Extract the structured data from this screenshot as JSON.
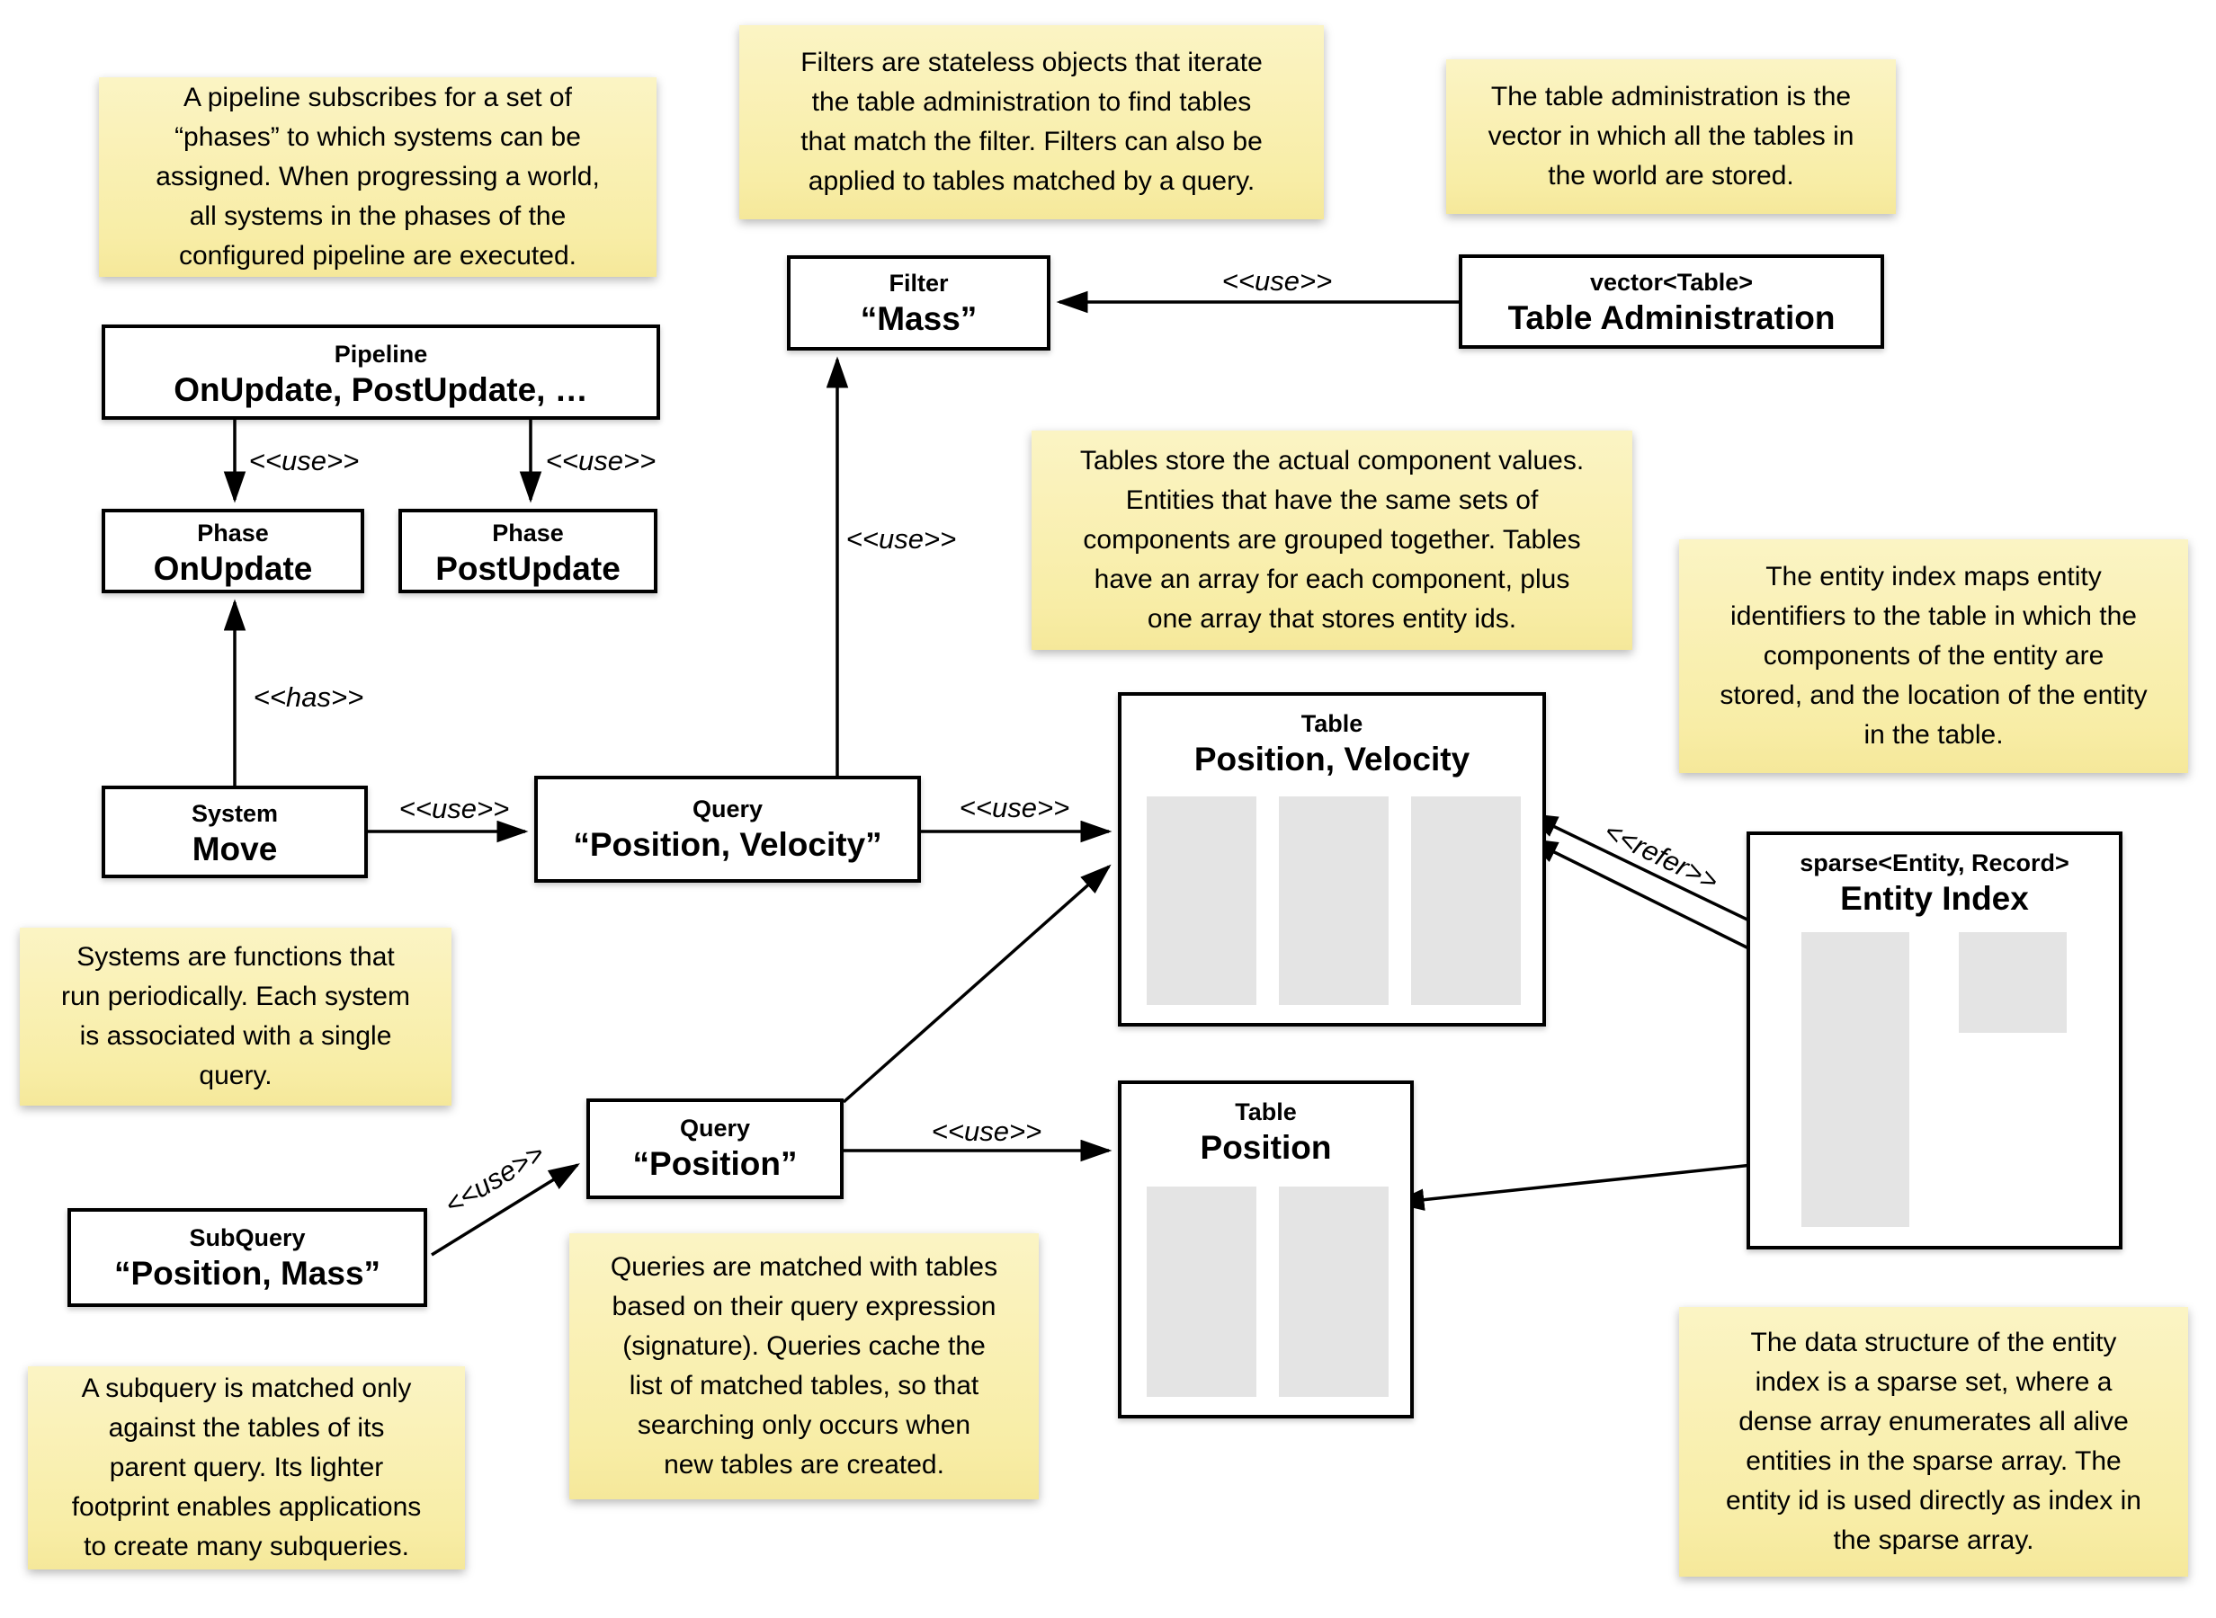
{
  "diagram": {
    "notes": {
      "pipeline": "A pipeline subscribes for a set of\n“phases” to which systems can be\nassigned. When progressing a world,\nall systems in the phases of the\nconfigured pipeline are executed.",
      "filters": "Filters are stateless objects that iterate\nthe table administration to find tables\nthat match the filter. Filters can also be\napplied to tables matched by a query.",
      "table_administration": "The table administration is the\nvector in which all the tables in\nthe world are stored.",
      "tables": "Tables store the actual component values.\nEntities that have the same sets of\ncomponents are grouped together. Tables\nhave an array for each component, plus\none array that stores entity ids.",
      "entity_index": "The entity index maps entity\nidentifiers to the table in which the\ncomponents of the entity are\nstored, and the location of the entity\nin the table.",
      "systems": "Systems are functions that\nrun periodically. Each system\nis associated with a single\nquery.",
      "queries": "Queries are matched with tables\nbased on their query expression\n(signature). Queries cache the\nlist of matched tables, so that\nsearching only occurs when\nnew tables are created.",
      "subquery": "A subquery is matched only\nagainst the tables of its\nparent query. Its lighter\nfootprint enables applications\nto create many subqueries.",
      "sparse_set": "The data structure of the entity\nindex is a sparse set, where a\ndense array enumerates all alive\nentities in the sparse array. The\nentity id is used directly as index in\nthe sparse array."
    },
    "boxes": {
      "pipeline": {
        "type": "Pipeline",
        "value": "OnUpdate, PostUpdate, …"
      },
      "phase_onupdate": {
        "type": "Phase",
        "value": "OnUpdate"
      },
      "phase_postupdate": {
        "type": "Phase",
        "value": "PostUpdate"
      },
      "system_move": {
        "type": "System",
        "value": "Move"
      },
      "query_position_velocity": {
        "type": "Query",
        "value": "“Position, Velocity”"
      },
      "filter_mass": {
        "type": "Filter",
        "value": "“Mass”"
      },
      "table_administration": {
        "type": "vector<Table>",
        "value": "Table Administration"
      },
      "table_position_velocity": {
        "type": "Table",
        "value": "Position, Velocity"
      },
      "table_position": {
        "type": "Table",
        "value": "Position"
      },
      "entity_index": {
        "type": "sparse<Entity, Record>",
        "value": "Entity Index"
      },
      "query_position": {
        "type": "Query",
        "value": "“Position”"
      },
      "subquery_position_mass": {
        "type": "SubQuery",
        "value": "“Position, Mass”"
      }
    },
    "edge_labels": {
      "use": "<<use>>",
      "has": "<<has>>",
      "refer": "<<refer>>"
    },
    "colors": {
      "note_bg": "#f8eda6",
      "box_border": "#000000",
      "array_fill": "#e4e4e4",
      "background": "#ffffff"
    }
  }
}
